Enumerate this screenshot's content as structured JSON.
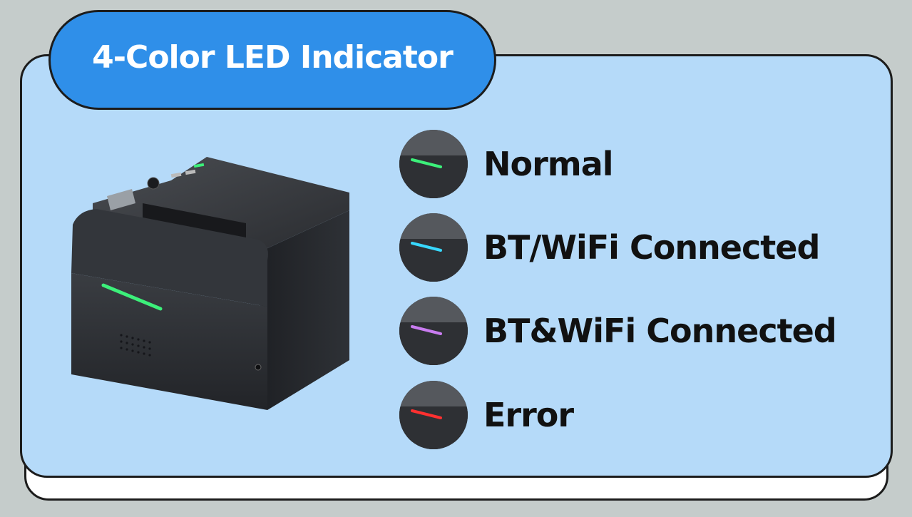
{
  "title": "4-Color LED Indicator",
  "colors": {
    "background": "#c5cccb",
    "card": "#b5daf9",
    "title_pill": "#2f8fe9",
    "title_text": "#ffffff",
    "outline": "#1c1c1c"
  },
  "legend": [
    {
      "label": "Normal",
      "led_color": "#3cf07a",
      "icon": "led-green-icon"
    },
    {
      "label": "BT/WiFi Connected",
      "led_color": "#38d8ff",
      "icon": "led-cyan-icon"
    },
    {
      "label": "BT&WiFi Connected",
      "led_color": "#c97cf0",
      "icon": "led-purple-icon"
    },
    {
      "label": "Error",
      "led_color": "#ff3030",
      "icon": "led-red-icon"
    }
  ]
}
